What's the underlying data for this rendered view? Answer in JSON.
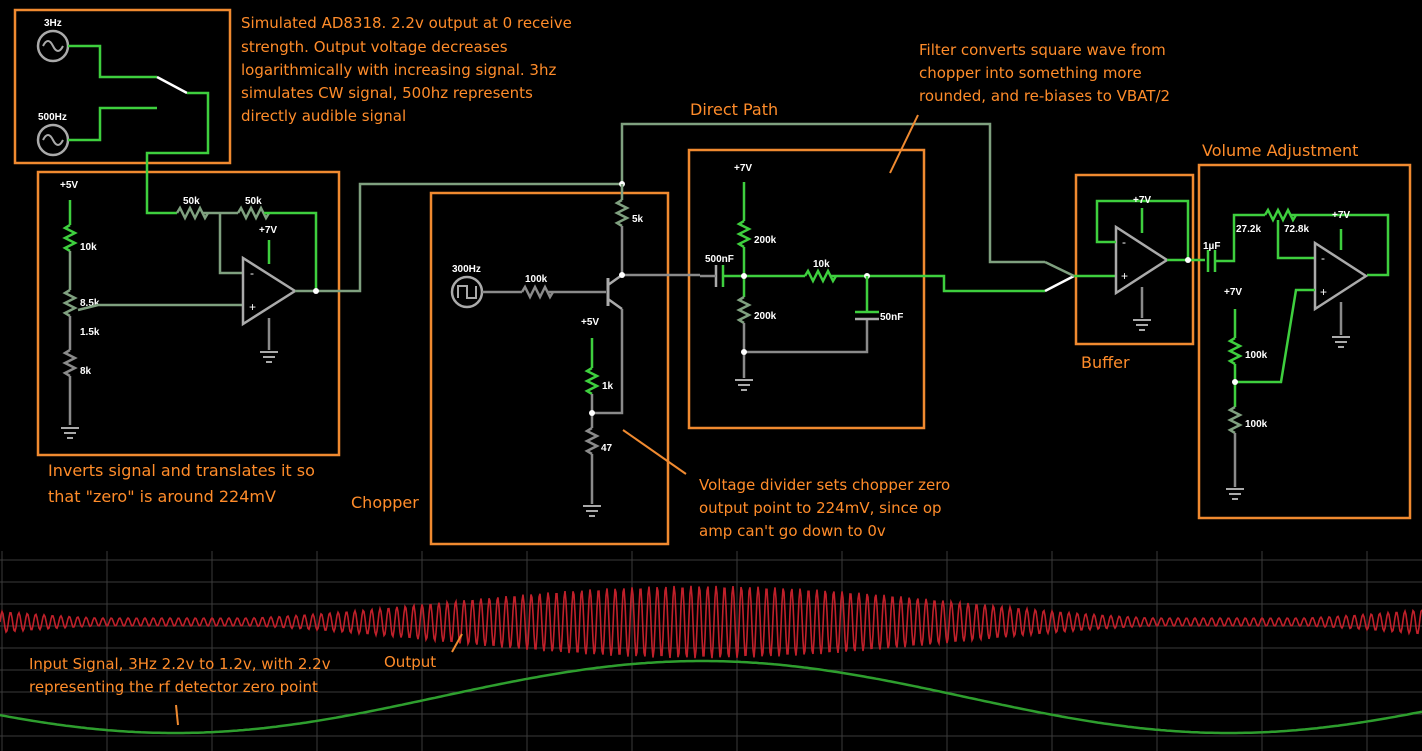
{
  "colors": {
    "background": "#000000",
    "annotation": "#ff8c2a",
    "wire_high": "#3ecf3e",
    "wire_mid": "#7fa07f",
    "wire_low": "#8a8a8a",
    "scope_output": "#c0202a",
    "scope_input": "#2e9e2e"
  },
  "annotations": {
    "source_note": "Simulated AD8318. 2.2v output at 0 receive strength. Output voltage decreases logarithmically with increasing signal. 3hz simulates CW signal, 500hz represents directly audible signal",
    "source_note_lines": [
      "Simulated AD8318. 2.2v output at 0 receive",
      "strength. Output voltage decreases",
      "logarithmically with increasing signal. 3hz",
      "simulates CW signal, 500hz represents",
      "directly audible signal"
    ],
    "filter_note": "Filter converts square wave from chopper into something more rounded, and re-biases to VBAT/2",
    "filter_note_lines": [
      "Filter converts square wave from",
      "chopper into something more",
      "rounded, and re-biases to VBAT/2"
    ],
    "inverter_note": "Inverts signal and translates it so that \"zero\" is around 224mV",
    "inverter_note_lines": [
      "Inverts signal and translates it so",
      "that \"zero\" is around 224mV"
    ],
    "divider_note": "Voltage divider sets chopper zero output point to 224mV, since op amp can't go down to 0v",
    "divider_note_lines": [
      "Voltage divider sets chopper zero",
      "output point to 224mV, since op",
      "amp can't go down to 0v"
    ],
    "direct_path": "Direct Path",
    "volume": "Volume Adjustment",
    "buffer": "Buffer",
    "chopper": "Chopper",
    "output": "Output",
    "input_note": "Input Signal, 3Hz 2.2v to 1.2v, with 2.2v representing the rf detector zero point",
    "input_note_lines": [
      "Input Signal, 3Hz 2.2v to 1.2v, with 2.2v",
      "representing the rf detector zero point"
    ]
  },
  "components": {
    "src_3hz": "3Hz",
    "src_500hz": "500Hz",
    "src_300hz": "300Hz",
    "v5_a": "+5V",
    "v5_b": "+5V",
    "v7_a": "+7V",
    "v7_b": "+7V",
    "v7_c": "+7V",
    "v7_d": "+7V",
    "v7_e": "+7V",
    "r_10k_a": "10k",
    "r_8_5k": "8.5k",
    "r_1_5k": "1.5k",
    "r_8k": "8k",
    "r_50k_a": "50k",
    "r_50k_b": "50k",
    "r_100k_a": "100k",
    "r_5k": "5k",
    "r_1k": "1k",
    "r_47": "47",
    "c_500nf": "500nF",
    "r_200k_a": "200k",
    "r_200k_b": "200k",
    "r_10k_b": "10k",
    "c_50nf": "50nF",
    "c_1uf": "1µF",
    "r_27_2k": "27.2k",
    "r_72_8k": "72.8k",
    "r_100k_b": "100k",
    "r_100k_c": "100k",
    "opamp_minus": "-",
    "opamp_plus": "+"
  },
  "scope": {
    "output_trace": {
      "waveform": "300Hz chopped, amplitude envelope follows 3Hz input",
      "color": "#c0202a"
    },
    "input_trace": {
      "waveform": "3Hz sine, 2.2v to 1.2v",
      "color": "#2e9e2e"
    }
  }
}
